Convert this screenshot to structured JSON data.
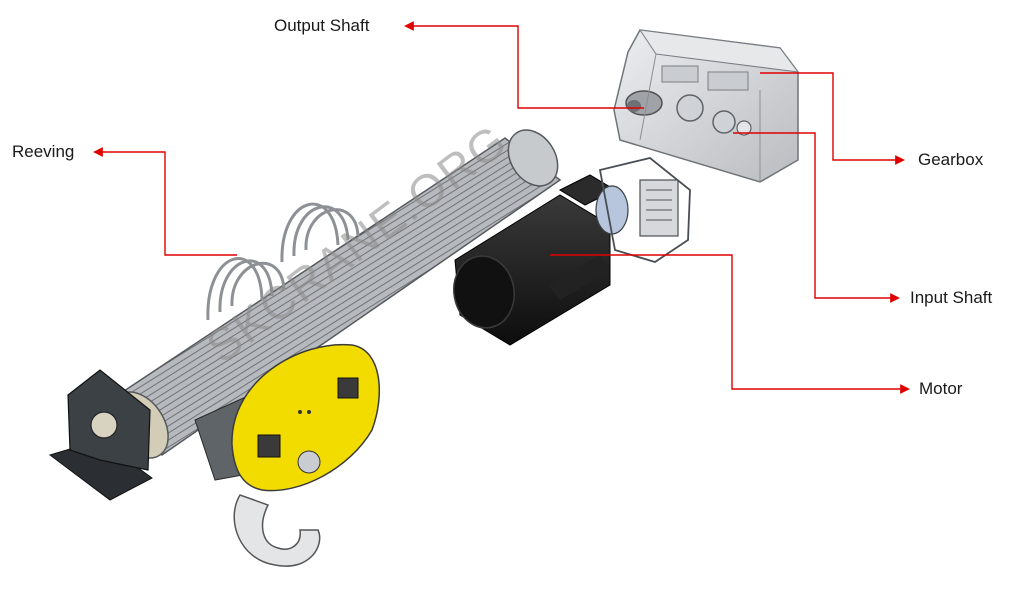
{
  "labels": {
    "output_shaft": "Output Shaft",
    "reeving": "Reeving",
    "gearbox": "Gearbox",
    "input_shaft": "Input Shaft",
    "motor": "Motor"
  },
  "watermark": "SKCRANE.ORG",
  "colors": {
    "leader_line": "#e00000",
    "hook_block_plate": "#f2dc00",
    "motor_body": "#1c1c1c",
    "drum": "#a9acb0",
    "gearbox": "#d6d8db"
  }
}
